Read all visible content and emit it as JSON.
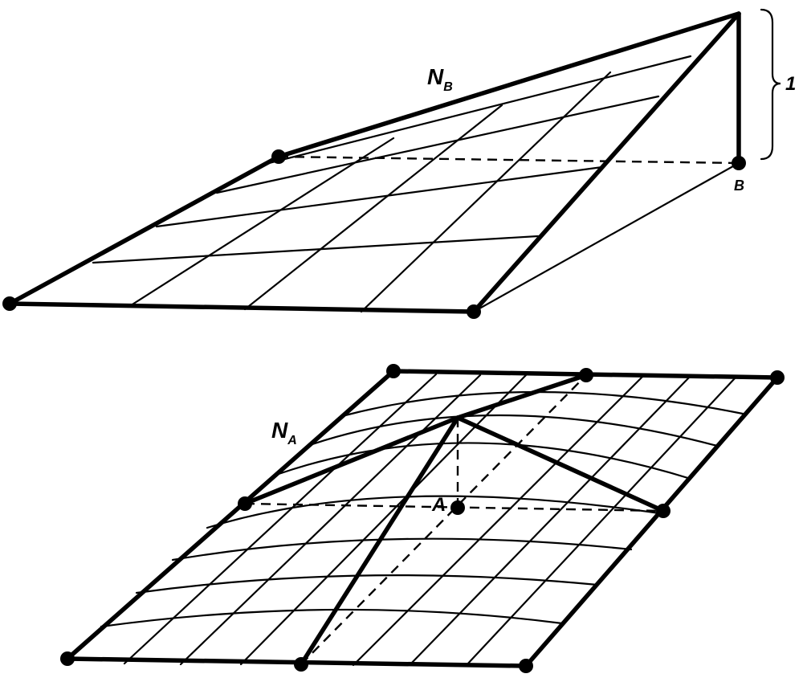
{
  "upper_figure": {
    "basis_function_label": "N",
    "basis_function_subscript": "B",
    "node_label": "B",
    "height_label": "1"
  },
  "lower_figure": {
    "basis_function_label": "N",
    "basis_function_subscript": "A",
    "node_label": "A"
  }
}
